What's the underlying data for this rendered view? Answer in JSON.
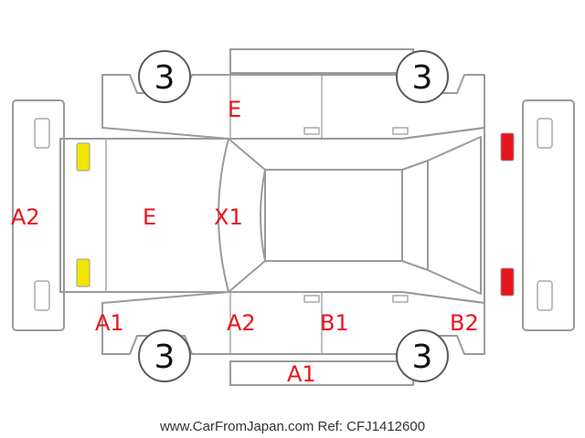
{
  "colors": {
    "line": "#9a9a9a",
    "damage_code": "#e8141c",
    "headlight": "#f2e600",
    "taillight": "#e8141c"
  },
  "wheels": {
    "label": "3"
  },
  "codes": {
    "roof_top": "E",
    "hood": "E",
    "windshield": "X1",
    "front_bumper": "A2",
    "front_left_fender": "A1",
    "front_door": "A2",
    "rear_door": "B1",
    "rear_quarter": "B2",
    "rocker_panel": "A1"
  },
  "footer": "www.CarFromJapan.com Ref: CFJ1412600"
}
